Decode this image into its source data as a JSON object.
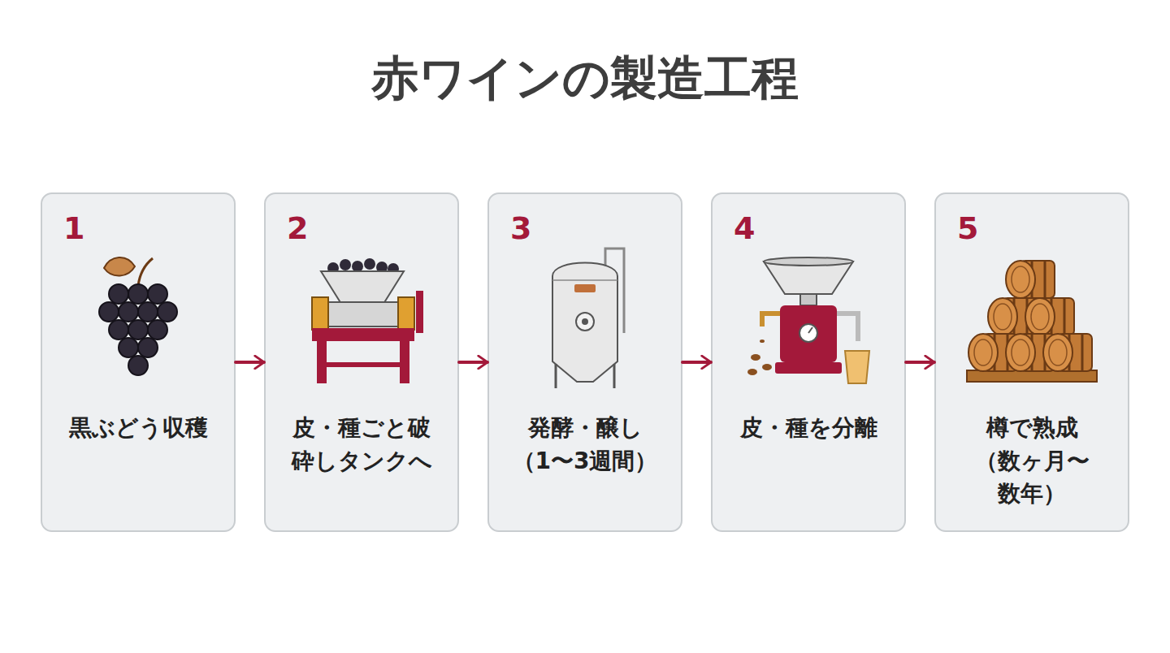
{
  "diagram": {
    "title": "赤ワインの製造工程",
    "nodes": [
      {
        "text": [
          "1",
          "黒ぶどう収穫"
        ]
      },
      {
        "text": [
          "2",
          "皮・種ごと破砕しタンクへ"
        ]
      },
      {
        "text": [
          "3",
          "発酵・醸し （1〜3週間）"
        ]
      },
      {
        "text": [
          "4",
          "皮・種を分離"
        ]
      },
      {
        "text": [
          "5",
          "樽で熟成 （数ヶ月〜数年）"
        ]
      }
    ],
    "edges": [
      {
        "from": 0,
        "to": 1,
        "arrow": "to"
      },
      {
        "from": 1,
        "to": 2,
        "arrow": "to"
      },
      {
        "from": 2,
        "to": 3,
        "arrow": "to"
      },
      {
        "from": 3,
        "to": 4,
        "arrow": "to"
      }
    ]
  }
}
